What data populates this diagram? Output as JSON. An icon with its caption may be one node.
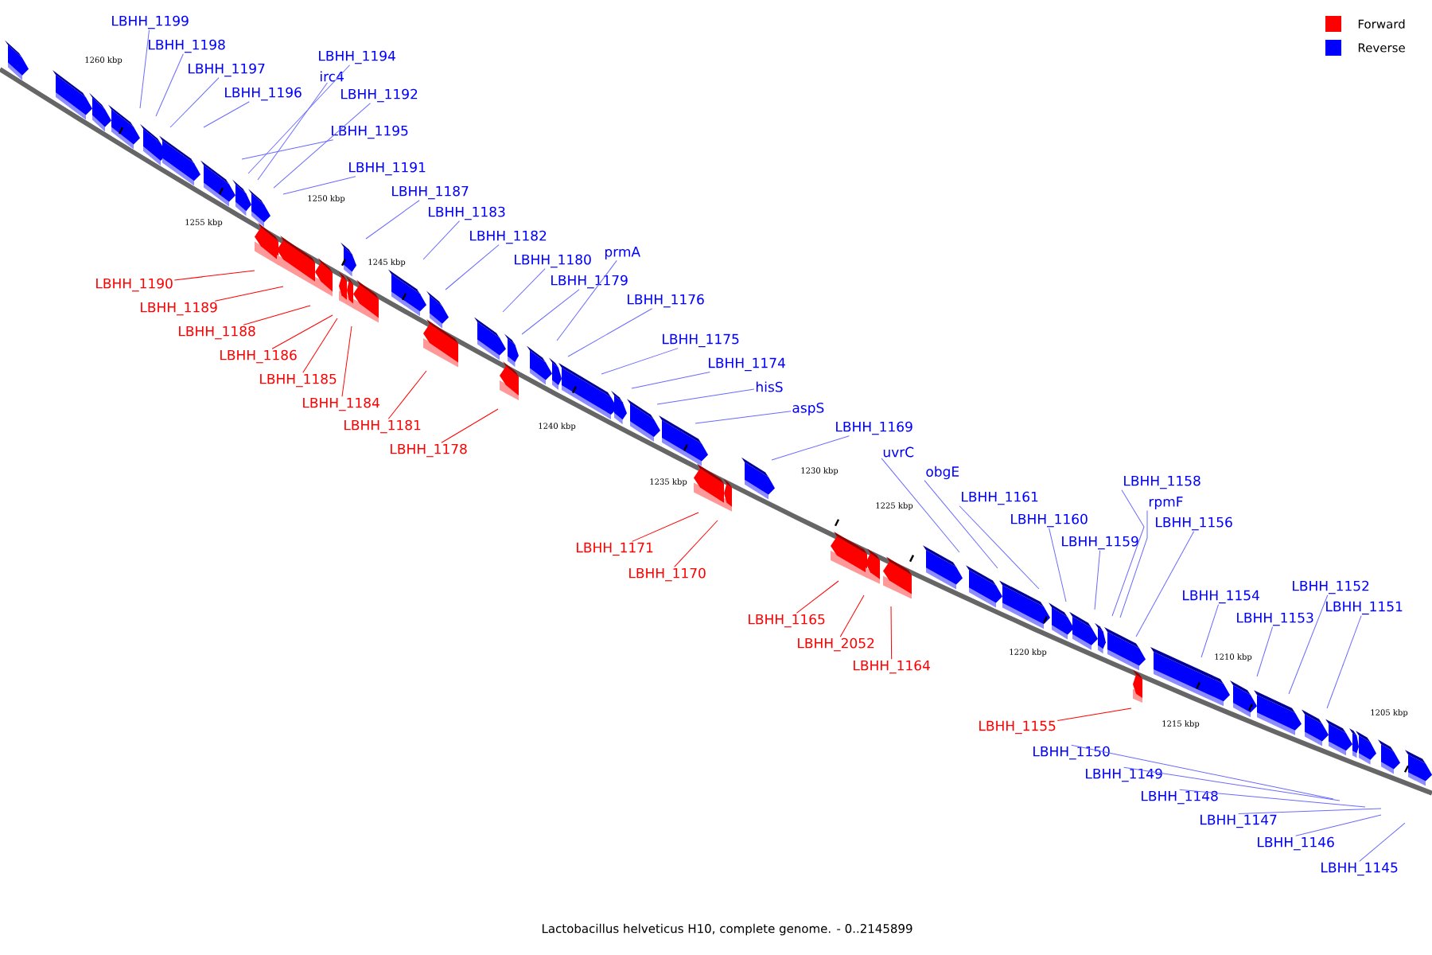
{
  "diagram": {
    "caption": "Lactobacillus helveticus H10, complete genome. - 0..2145899",
    "nodes": [
      {
        "text": [
          "LBHH_1199"
        ]
      },
      {
        "text": [
          "LBHH_1198"
        ]
      },
      {
        "text": [
          "LBHH_1197"
        ]
      },
      {
        "text": [
          "LBHH_1196"
        ]
      },
      {
        "text": [
          "LBHH_1194"
        ]
      },
      {
        "text": [
          "irc4"
        ]
      },
      {
        "text": [
          "LBHH_1192"
        ]
      },
      {
        "text": [
          "LBHH_1195"
        ]
      },
      {
        "text": [
          "LBHH_1191"
        ]
      },
      {
        "text": [
          "LBHH_1187"
        ]
      },
      {
        "text": [
          "LBHH_1183"
        ]
      },
      {
        "text": [
          "LBHH_1182"
        ]
      },
      {
        "text": [
          "LBHH_1180"
        ]
      },
      {
        "text": [
          "prmA"
        ]
      },
      {
        "text": [
          "LBHH_1179"
        ]
      },
      {
        "text": [
          "LBHH_1176"
        ]
      },
      {
        "text": [
          "LBHH_1175"
        ]
      },
      {
        "text": [
          "LBHH_1174"
        ]
      },
      {
        "text": [
          "hisS"
        ]
      },
      {
        "text": [
          "aspS"
        ]
      },
      {
        "text": [
          "LBHH_1169"
        ]
      },
      {
        "text": [
          "uvrC"
        ]
      },
      {
        "text": [
          "obgE"
        ]
      },
      {
        "text": [
          "LBHH_1161"
        ]
      },
      {
        "text": [
          "LBHH_1160"
        ]
      },
      {
        "text": [
          "LBHH_1159"
        ]
      },
      {
        "text": [
          "LBHH_1158"
        ]
      },
      {
        "text": [
          "rpmF"
        ]
      },
      {
        "text": [
          "LBHH_1156"
        ]
      },
      {
        "text": [
          "LBHH_1154"
        ]
      },
      {
        "text": [
          "LBHH_1153"
        ]
      },
      {
        "text": [
          "LBHH_1152"
        ]
      },
      {
        "text": [
          "LBHH_1151"
        ]
      },
      {
        "text": [
          "LBHH_1150"
        ]
      },
      {
        "text": [
          "LBHH_1149"
        ]
      },
      {
        "text": [
          "LBHH_1148"
        ]
      },
      {
        "text": [
          "LBHH_1147"
        ]
      },
      {
        "text": [
          "LBHH_1146"
        ]
      },
      {
        "text": [
          "LBHH_1145"
        ]
      },
      {
        "text": [
          "LBHH_1190"
        ]
      },
      {
        "text": [
          "LBHH_1189"
        ]
      },
      {
        "text": [
          "LBHH_1188"
        ]
      },
      {
        "text": [
          "LBHH_1186"
        ]
      },
      {
        "text": [
          "LBHH_1185"
        ]
      },
      {
        "text": [
          "LBHH_1184"
        ]
      },
      {
        "text": [
          "LBHH_1181"
        ]
      },
      {
        "text": [
          "LBHH_1178"
        ]
      },
      {
        "text": [
          "LBHH_1171"
        ]
      },
      {
        "text": [
          "LBHH_1170"
        ]
      },
      {
        "text": [
          "LBHH_1165"
        ]
      },
      {
        "text": [
          "LBHH_2052"
        ]
      },
      {
        "text": [
          "LBHH_1164"
        ]
      },
      {
        "text": [
          "LBHH_1155"
        ]
      }
    ],
    "edges": [
      {
        "from": 0,
        "to": null,
        "arrow": "none"
      },
      {
        "from": 1,
        "to": null,
        "arrow": "none"
      },
      {
        "from": 2,
        "to": null,
        "arrow": "none"
      },
      {
        "from": 3,
        "to": null,
        "arrow": "none"
      },
      {
        "from": 4,
        "to": null,
        "arrow": "none"
      },
      {
        "from": 5,
        "to": null,
        "arrow": "none"
      },
      {
        "from": 6,
        "to": null,
        "arrow": "none"
      },
      {
        "from": 7,
        "to": null,
        "arrow": "none"
      },
      {
        "from": 8,
        "to": null,
        "arrow": "none"
      },
      {
        "from": 9,
        "to": null,
        "arrow": "none"
      },
      {
        "from": 10,
        "to": null,
        "arrow": "none"
      },
      {
        "from": 11,
        "to": null,
        "arrow": "none"
      },
      {
        "from": 12,
        "to": null,
        "arrow": "none"
      },
      {
        "from": 13,
        "to": null,
        "arrow": "none"
      },
      {
        "from": 14,
        "to": null,
        "arrow": "none"
      },
      {
        "from": 15,
        "to": null,
        "arrow": "none"
      },
      {
        "from": 16,
        "to": null,
        "arrow": "none"
      },
      {
        "from": 17,
        "to": null,
        "arrow": "none"
      },
      {
        "from": 18,
        "to": null,
        "arrow": "none"
      },
      {
        "from": 19,
        "to": null,
        "arrow": "none"
      },
      {
        "from": 20,
        "to": null,
        "arrow": "none"
      },
      {
        "from": 21,
        "to": null,
        "arrow": "none"
      },
      {
        "from": 22,
        "to": null,
        "arrow": "none"
      },
      {
        "from": 23,
        "to": null,
        "arrow": "none"
      },
      {
        "from": 24,
        "to": null,
        "arrow": "none"
      },
      {
        "from": 25,
        "to": null,
        "arrow": "none"
      },
      {
        "from": 26,
        "to": null,
        "arrow": "none"
      },
      {
        "from": 27,
        "to": null,
        "arrow": "none"
      },
      {
        "from": 28,
        "to": null,
        "arrow": "none"
      },
      {
        "from": 29,
        "to": null,
        "arrow": "none"
      },
      {
        "from": 30,
        "to": null,
        "arrow": "none"
      },
      {
        "from": 31,
        "to": null,
        "arrow": "none"
      },
      {
        "from": 32,
        "to": null,
        "arrow": "none"
      },
      {
        "from": 33,
        "to": null,
        "arrow": "none"
      },
      {
        "from": 34,
        "to": null,
        "arrow": "none"
      },
      {
        "from": 35,
        "to": null,
        "arrow": "none"
      },
      {
        "from": 36,
        "to": null,
        "arrow": "none"
      },
      {
        "from": 37,
        "to": null,
        "arrow": "none"
      },
      {
        "from": 38,
        "to": null,
        "arrow": "none"
      },
      {
        "from": 39,
        "to": null,
        "arrow": "none",
        "color": "#ff0000"
      },
      {
        "from": 40,
        "to": null,
        "arrow": "none",
        "color": "#ff0000"
      },
      {
        "from": 41,
        "to": null,
        "arrow": "none",
        "color": "#ff0000"
      },
      {
        "from": 42,
        "to": null,
        "arrow": "none",
        "color": "#ff0000"
      },
      {
        "from": 43,
        "to": null,
        "arrow": "none",
        "color": "#ff0000"
      },
      {
        "from": 44,
        "to": null,
        "arrow": "none",
        "color": "#ff0000"
      },
      {
        "from": 45,
        "to": null,
        "arrow": "none",
        "color": "#ff0000"
      },
      {
        "from": 46,
        "to": null,
        "arrow": "none",
        "color": "#ff0000"
      },
      {
        "from": 47,
        "to": null,
        "arrow": "none",
        "color": "#ff0000"
      },
      {
        "from": 48,
        "to": null,
        "arrow": "none",
        "color": "#ff0000"
      },
      {
        "from": 49,
        "to": null,
        "arrow": "none",
        "color": "#ff0000"
      },
      {
        "from": 50,
        "to": null,
        "arrow": "none",
        "color": "#ff0000"
      },
      {
        "from": 51,
        "to": null,
        "arrow": "none",
        "color": "#ff0000"
      },
      {
        "from": 52,
        "to": null,
        "arrow": "none",
        "color": "#ff0000"
      }
    ],
    "labels": [
      "1260 kbp",
      "1255 kbp",
      "1250 kbp",
      "1245 kbp",
      "1240 kbp",
      "1235 kbp",
      "1230 kbp",
      "1225 kbp",
      "1220 kbp",
      "1215 kbp",
      "1210 kbp",
      "1205 kbp"
    ],
    "legend": [
      {
        "text": "Forward",
        "color": "#ff0000"
      },
      {
        "text": "Reverse",
        "color": "#0000ff"
      }
    ]
  }
}
